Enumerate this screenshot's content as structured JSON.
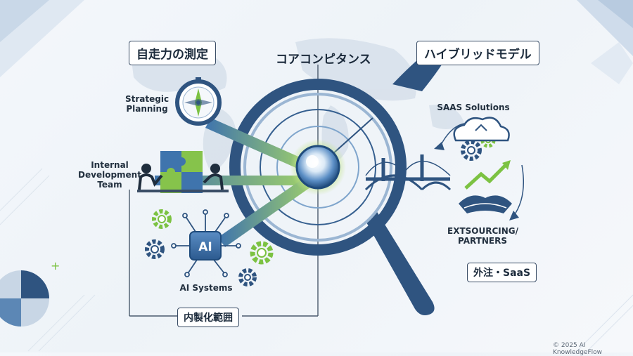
{
  "labels": {
    "self_drive": "自走力の測定",
    "core": "コアコンピタンス",
    "hybrid": "ハイブリッドモデル",
    "strategic": "Strategic\nPlanning",
    "internal": "Internal\nDevelopment\nTeam",
    "ai_systems": "AI Systems",
    "ai_chip": "AI",
    "inhouse": "内製化範囲",
    "saas": "SAAS Solutions",
    "outsourcing": "EXTSOURCING/\nPARTNERS",
    "outsource_saas": "外注・SaaS"
  },
  "footer": {
    "copyright": "© 2025 AI KnowledgeFlow"
  },
  "colors": {
    "navy": "#2f5480",
    "blue": "#4a7fb5",
    "green": "#7cc242",
    "gray": "#6e7b8a"
  }
}
